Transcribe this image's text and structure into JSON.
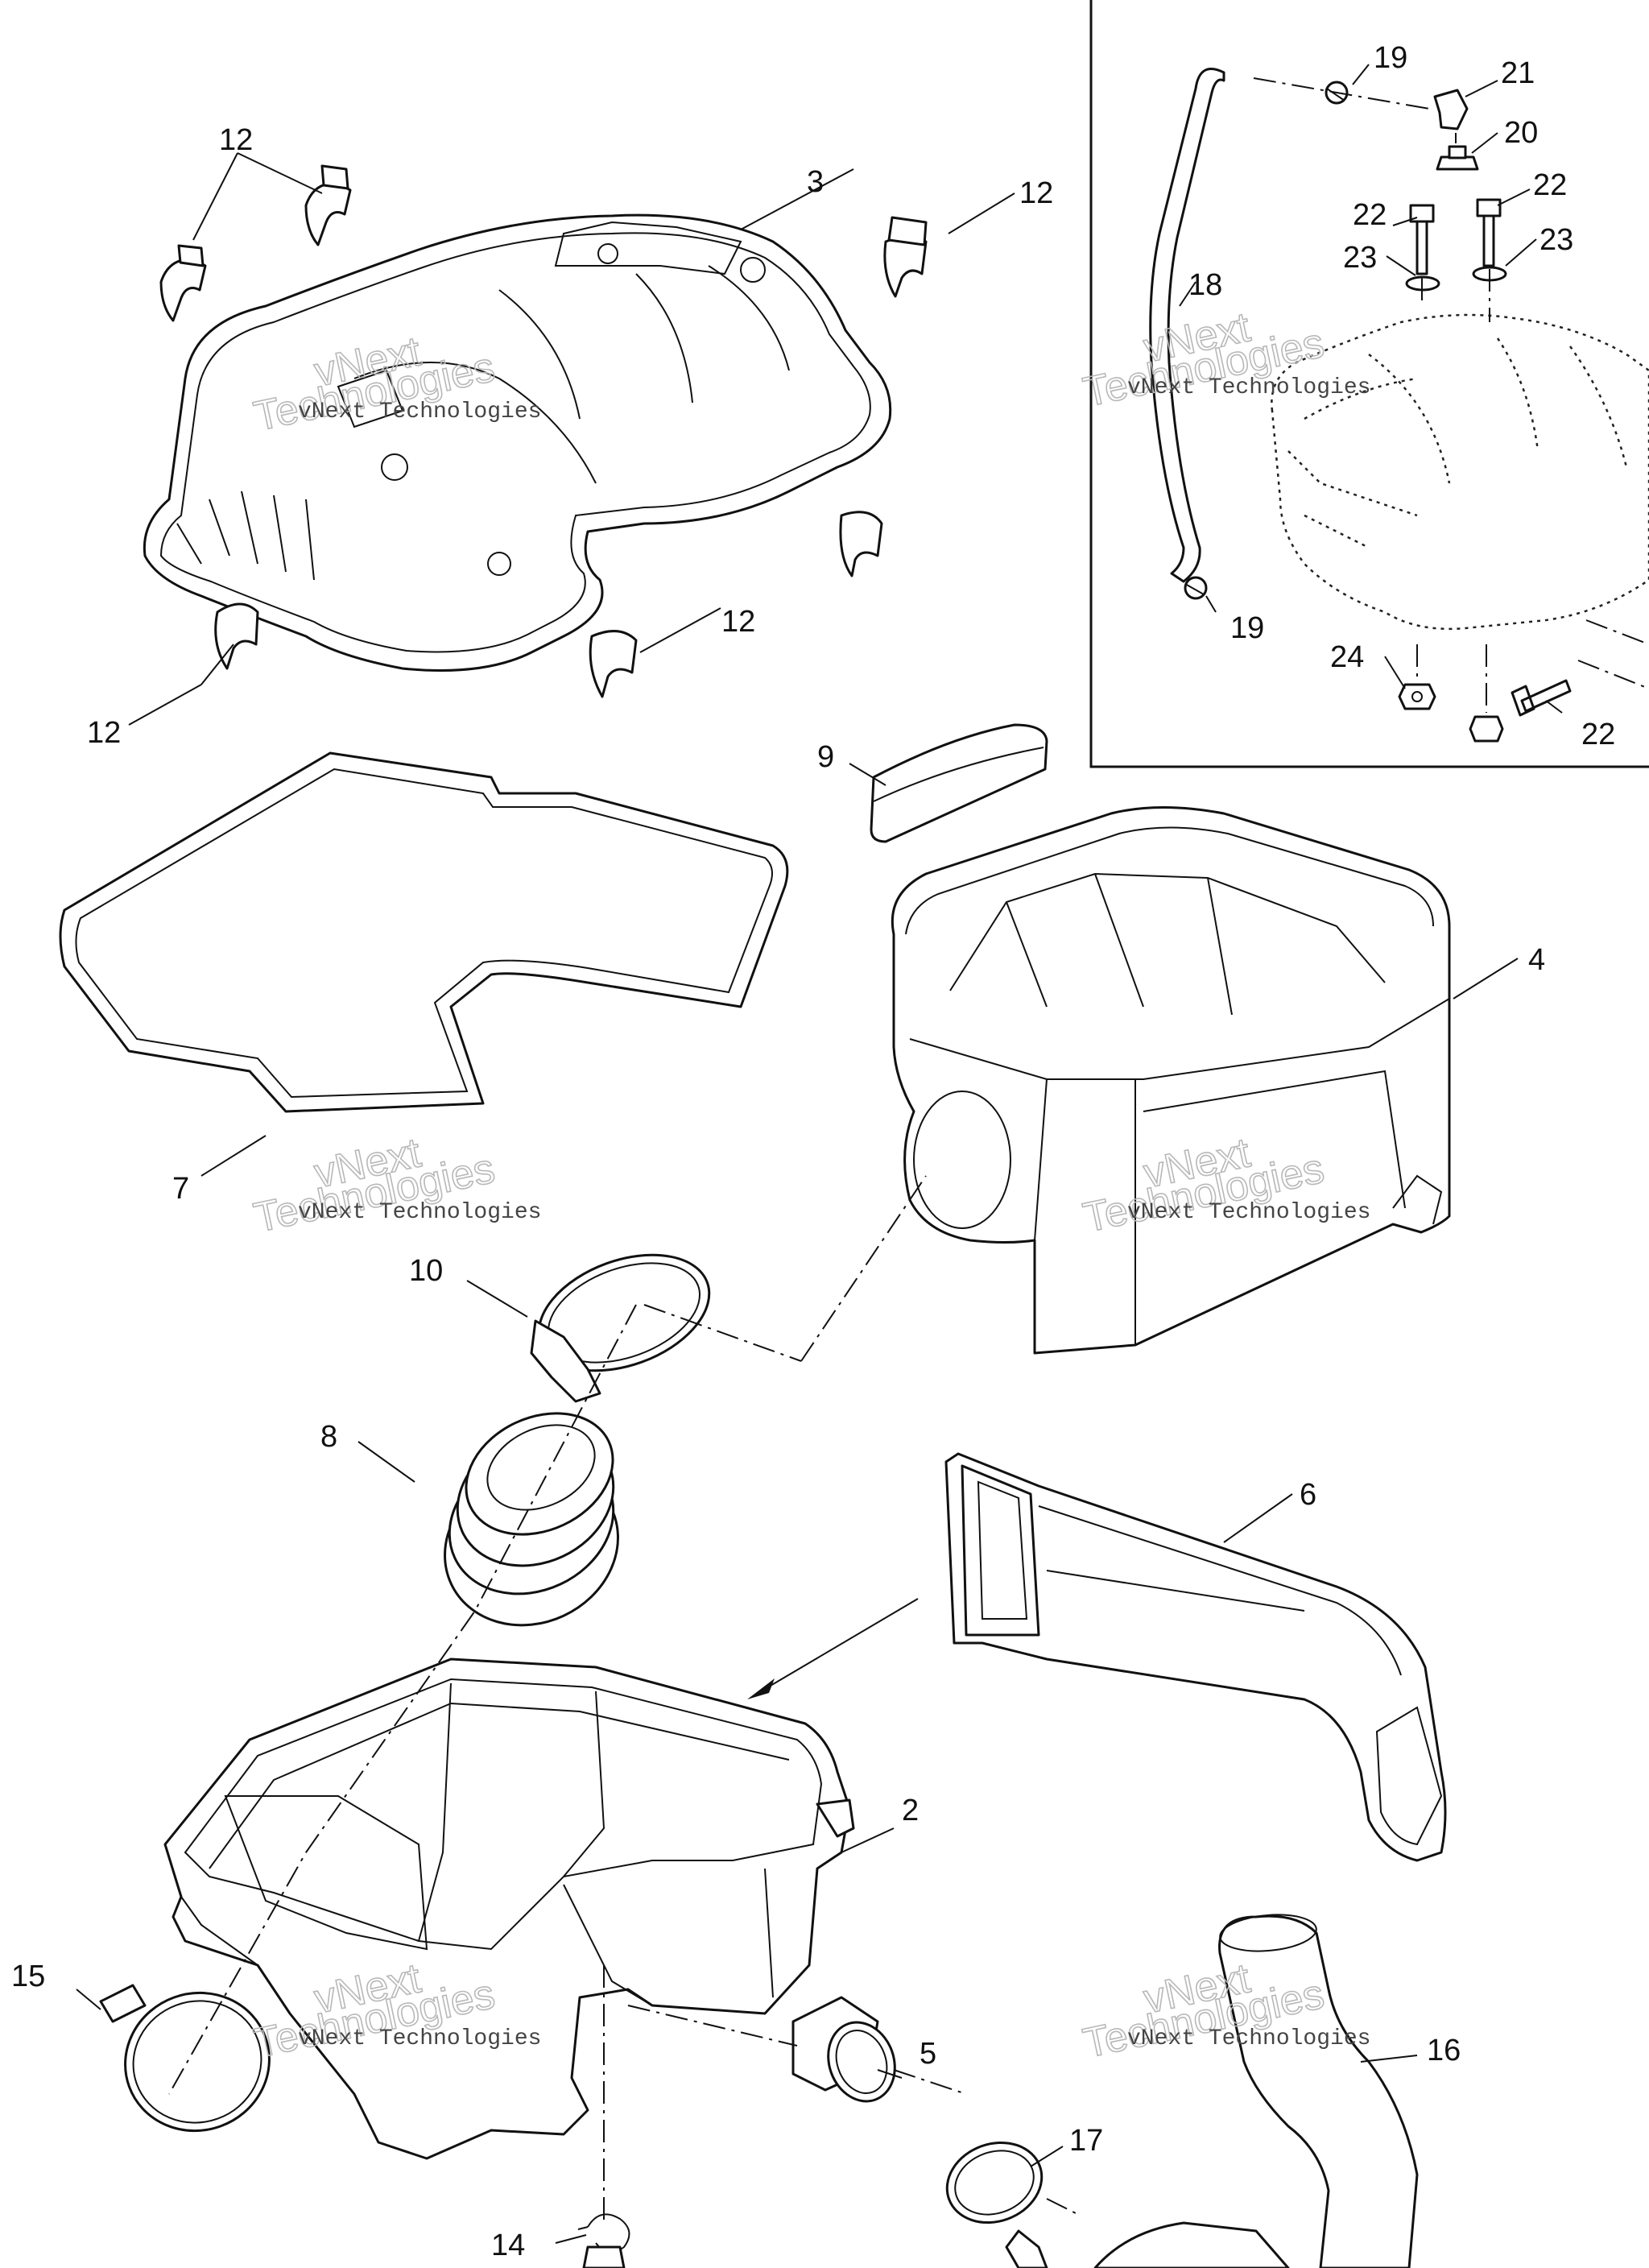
{
  "callouts": [
    {
      "id": "c12a",
      "text": "12"
    },
    {
      "id": "c3",
      "text": "3"
    },
    {
      "id": "c12b",
      "text": "12"
    },
    {
      "id": "c12c",
      "text": "12"
    },
    {
      "id": "c12d",
      "text": "12"
    },
    {
      "id": "c19a",
      "text": "19"
    },
    {
      "id": "c21",
      "text": "21"
    },
    {
      "id": "c20",
      "text": "20"
    },
    {
      "id": "c22a",
      "text": "22"
    },
    {
      "id": "c22b",
      "text": "22"
    },
    {
      "id": "c23a",
      "text": "23"
    },
    {
      "id": "c23b",
      "text": "23"
    },
    {
      "id": "c18",
      "text": "18"
    },
    {
      "id": "c19b",
      "text": "19"
    },
    {
      "id": "c24",
      "text": "24"
    },
    {
      "id": "c22c",
      "text": "22"
    },
    {
      "id": "c9",
      "text": "9"
    },
    {
      "id": "c4",
      "text": "4"
    },
    {
      "id": "c7",
      "text": "7"
    },
    {
      "id": "c10",
      "text": "10"
    },
    {
      "id": "c8",
      "text": "8"
    },
    {
      "id": "c6",
      "text": "6"
    },
    {
      "id": "c2",
      "text": "2"
    },
    {
      "id": "c15",
      "text": "15"
    },
    {
      "id": "c5",
      "text": "5"
    },
    {
      "id": "c16",
      "text": "16"
    },
    {
      "id": "c17",
      "text": "17"
    },
    {
      "id": "c14",
      "text": "14"
    }
  ],
  "watermark": {
    "small": "vNext Technologies",
    "large_line1": "vNext",
    "large_line2": "Technologies"
  }
}
